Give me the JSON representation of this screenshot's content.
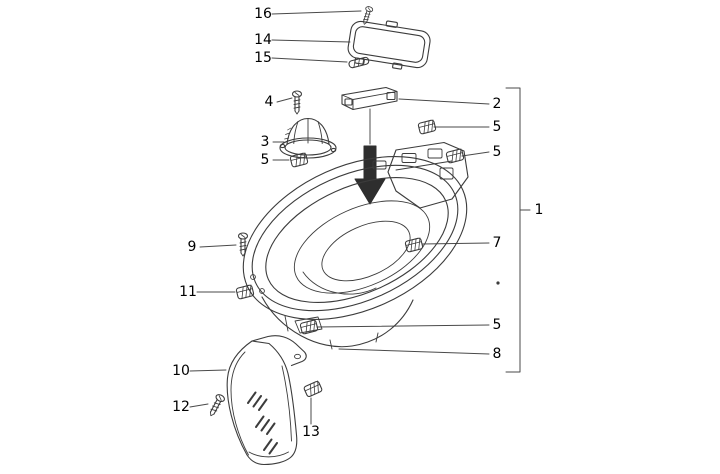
{
  "canvas": {
    "background": "#ffffff",
    "line_color": "#3c3c3c"
  },
  "callouts": {
    "c1": "1",
    "c2": "2",
    "c3": "3",
    "c4": "4",
    "c5": "5",
    "c7": "7",
    "c8": "8",
    "c9": "9",
    "c10": "10",
    "c11": "11",
    "c12": "12",
    "c13": "13",
    "c14": "14",
    "c15": "15",
    "c16": "16"
  }
}
